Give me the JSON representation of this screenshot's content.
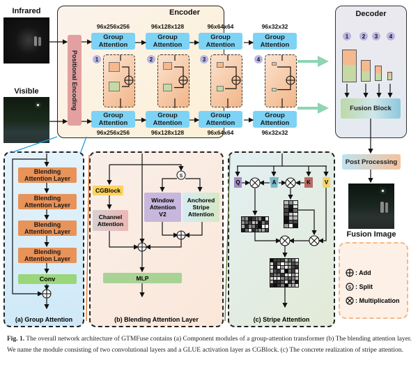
{
  "inputs": {
    "infrared_label": "Infrared",
    "visible_label": "Visible"
  },
  "encoder": {
    "title": "Encoder",
    "positional_encoding": "Positional Encoding",
    "stages": [
      {
        "index": "1",
        "dims": "96x256x256",
        "label_line1": "Group",
        "label_line2": "Attention"
      },
      {
        "index": "2",
        "dims": "96x128x128",
        "label_line1": "Group",
        "label_line2": "Attention"
      },
      {
        "index": "3",
        "dims": "96x64x64",
        "label_line1": "Group",
        "label_line2": "Attention"
      },
      {
        "index": "4",
        "dims": "96x32x32",
        "label_line1": "Group",
        "label_line2": "Attention"
      }
    ]
  },
  "decoder": {
    "title": "Decoder",
    "indices": [
      "1",
      "2",
      "3",
      "4"
    ],
    "fusion_block": "Fusion Block"
  },
  "post_processing": "Post Processing",
  "fusion_image_label": "Fusion Image",
  "legend": {
    "add": ": Add",
    "split": ": Split",
    "multiplication": ": Multiplication",
    "split_symbol": "S"
  },
  "group_attention": {
    "layers": [
      "Blending Attention Layer",
      "Blending Attention Layer",
      "Blending Attention Layer",
      "Blending Attention Layer"
    ],
    "layer_line1": "Blending",
    "layer_line2": "Attention Layer",
    "conv": "Conv",
    "caption": "(a) Group Attention"
  },
  "blending_attention": {
    "cgblock": "CGBlock",
    "channel_attention_line1": "Channel",
    "channel_attention_line2": "Attention",
    "window_line1": "Window",
    "window_line2": "Attention",
    "window_line3": "V2",
    "anchored_line1": "Anchored",
    "anchored_line2": "Stripe",
    "anchored_line3": "Attention",
    "split_symbol": "S",
    "mlp": "MLP",
    "caption": "(b) Blending Attention Layer"
  },
  "stripe_attention": {
    "q": "Q",
    "a": "A",
    "k": "K",
    "v": "V",
    "caption": "(c) Stripe Attention"
  },
  "figure_caption": {
    "prefix": "Fig. 1.",
    "text": " The overall network architecture of GTMFuse contains (a) Component modules of a group-attention transformer (b) The blending attention layer. We name the module consisting of two convolutional layers and a GLUE activation layer as CGBlock. (c) The concrete realization of stripe attention."
  }
}
